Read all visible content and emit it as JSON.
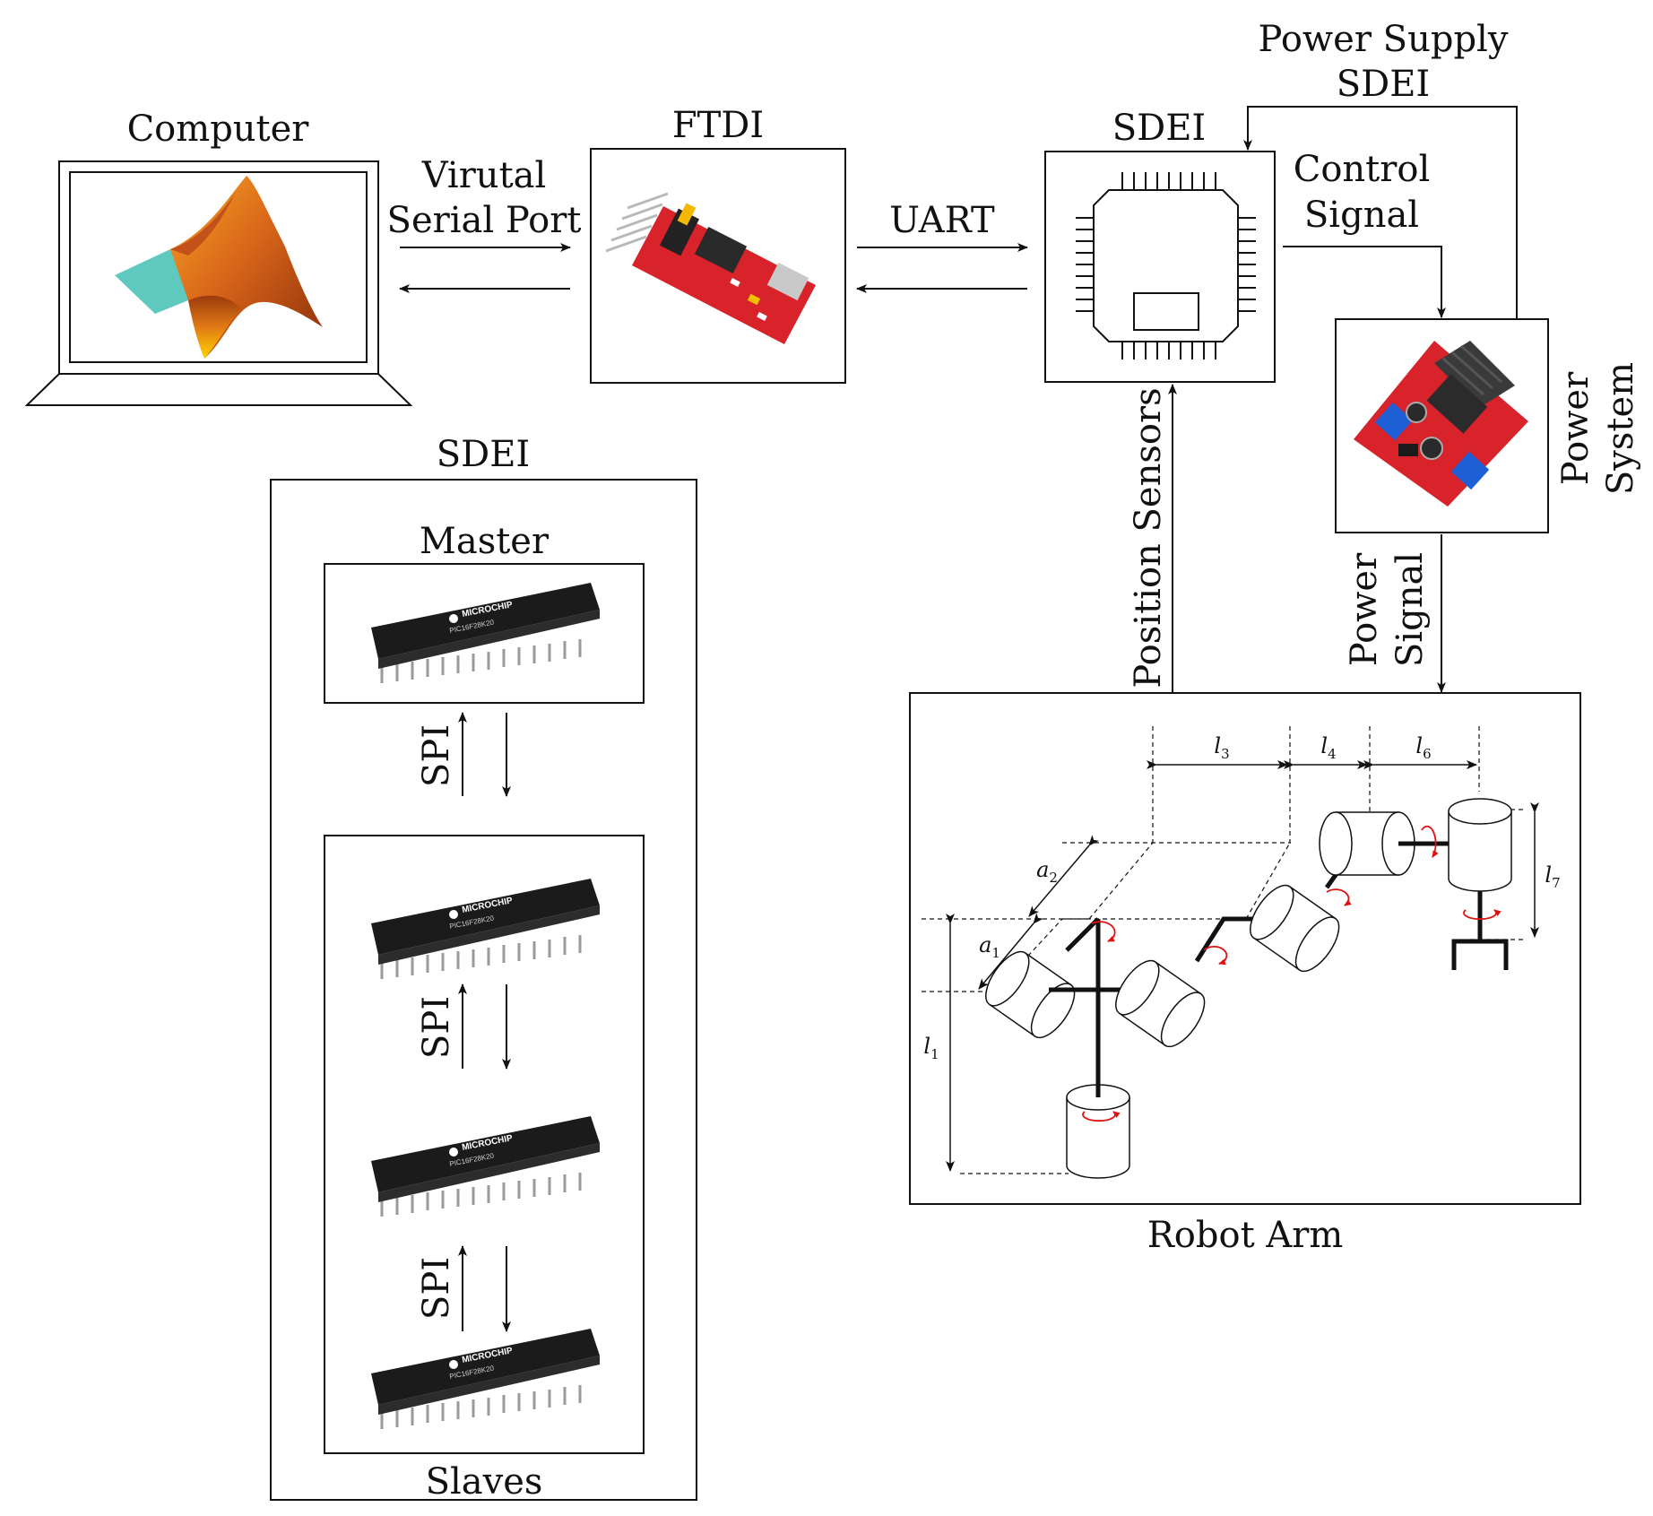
{
  "labels": {
    "computer": "Computer",
    "virtual_serial_port_line1": "Virutal",
    "virtual_serial_port_line2": "Serial Port",
    "ftdi": "FTDI",
    "uart": "UART",
    "sdei_top": "SDEI",
    "power_supply_line1": "Power Supply",
    "power_supply_line2": "SDEI",
    "control_signal_line1": "Control",
    "control_signal_line2": "Signal",
    "power_system_line1": "Power",
    "power_system_line2": "System",
    "position_sensors": "Position Sensors",
    "power_signal_line1": "Power",
    "power_signal_line2": "Signal",
    "robot_arm": "Robot Arm",
    "sdei_panel": "SDEI",
    "master": "Master",
    "slaves": "Slaves",
    "spi_1": "SPI",
    "spi_2": "SPI",
    "spi_3": "SPI"
  },
  "chips": {
    "brand": "MICROCHIP",
    "part": "PIC16F28K20"
  },
  "dimensions": {
    "l1": "l",
    "l1_sub": "1",
    "a1": "a",
    "a1_sub": "1",
    "a2": "a",
    "a2_sub": "2",
    "l3": "l",
    "l3_sub": "3",
    "l4": "l",
    "l4_sub": "4",
    "l6": "l",
    "l6_sub": "6",
    "l7": "l",
    "l7_sub": "7"
  },
  "colors": {
    "line": "#111111",
    "board_red": "#d8232a",
    "matlab_orange": "#d9661a",
    "matlab_teal": "#5fc9c0",
    "rotation_arrow": "#e01010",
    "chip_black": "#1b1b1b"
  }
}
